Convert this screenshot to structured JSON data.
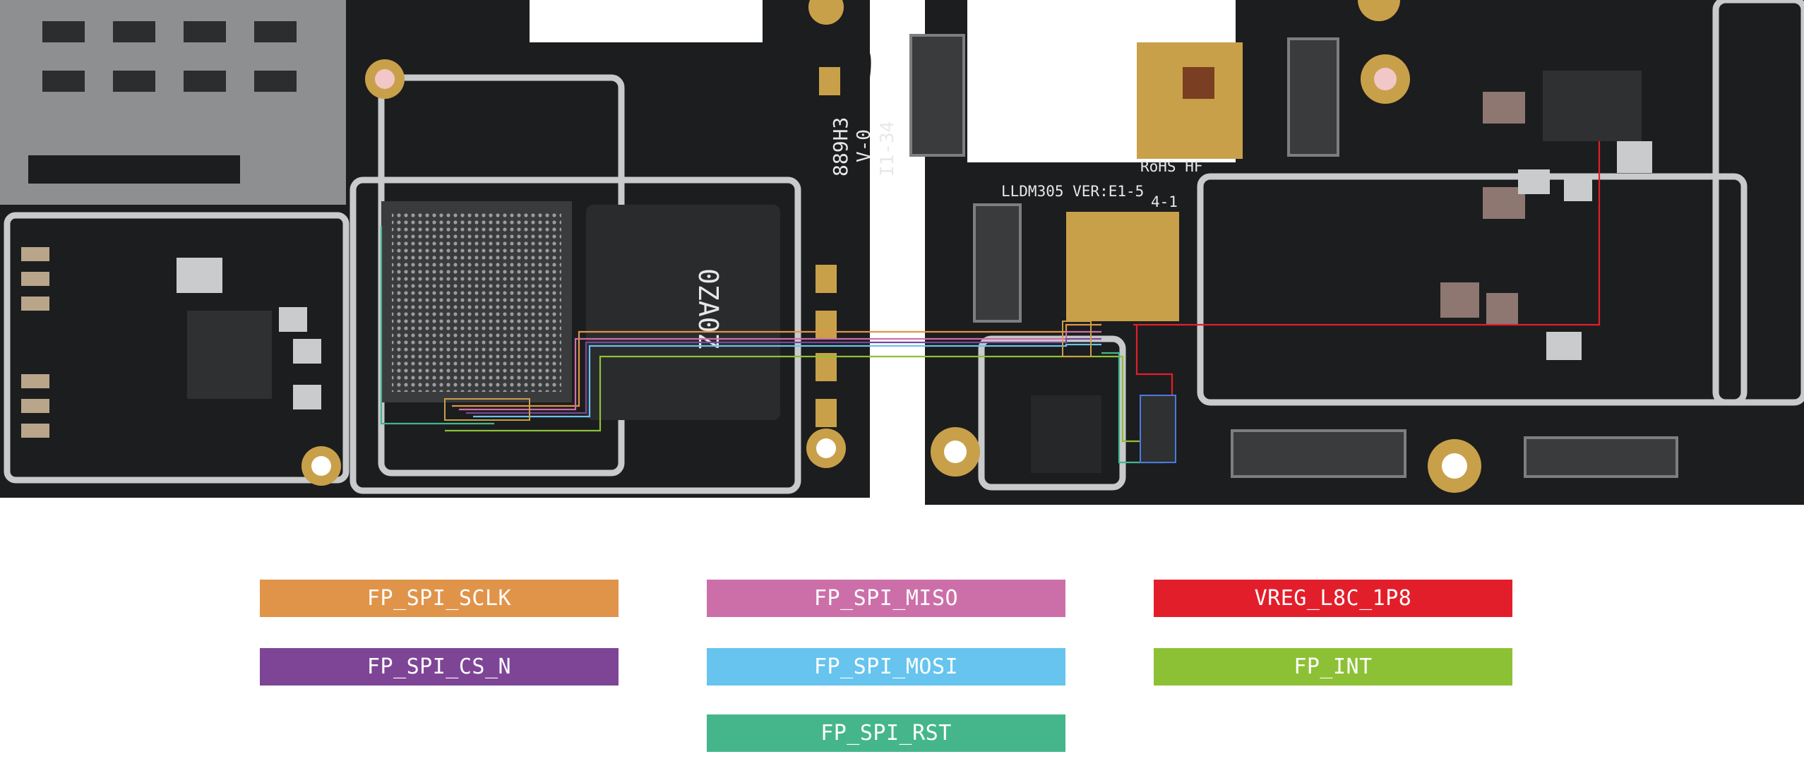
{
  "colors": {
    "pcb": "#1c1d1e",
    "pcb_edge": "#2a2b2d",
    "shield": "#d0d2d4",
    "gold": "#c9a04a",
    "chip": "#2b2c2e",
    "FP_SPI_SCLK": "#e0944a",
    "FP_SPI_MISO": "#cc6fa9",
    "VREG_L8C_1P8": "#e31e2b",
    "FP_SPI_CS_N": "#7e4596",
    "FP_SPI_MOSI": "#66c4ee",
    "FP_INT": "#8dc135",
    "FP_SPI_RST": "#45b68b"
  },
  "board_text": {
    "left_code": "889H3",
    "left_version": "V-0",
    "left_date": "I1-34",
    "right_model": "LLDM305 VER:E1-5",
    "rohs": "RoHS HF",
    "date_code": "4-1",
    "soc_mark": "0ZA0Z"
  },
  "legend": [
    {
      "label": "FP_SPI_SCLK",
      "color": "#e0944a"
    },
    {
      "label": "FP_SPI_MISO",
      "color": "#cc6fa9"
    },
    {
      "label": "VREG_L8C_1P8",
      "color": "#e31e2b"
    },
    {
      "label": "FP_SPI_CS_N",
      "color": "#7e4596"
    },
    {
      "label": "FP_SPI_MOSI",
      "color": "#66c4ee"
    },
    {
      "label": "FP_INT",
      "color": "#8dc135"
    },
    {
      "label": "FP_SPI_RST",
      "color": "#45b68b"
    }
  ]
}
